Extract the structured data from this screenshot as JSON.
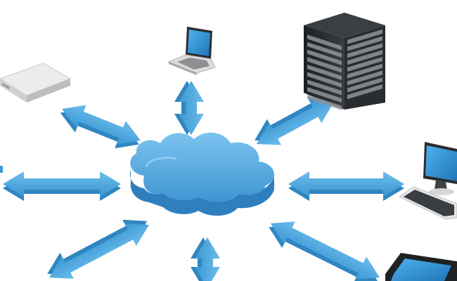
{
  "scene": {
    "subject": "cloud-computing-network",
    "colors": {
      "background": "#ffffff",
      "arrow": "#4aa9df",
      "arrow_dark": "#2f86c0",
      "cloud": "#5aaee6",
      "cloud_dark": "#2f7fbf",
      "device_dark": "#232629",
      "screen": "#2a8fd6",
      "router": "#d6d6d6"
    },
    "center": {
      "icon": "cloud-icon"
    },
    "devices": [
      {
        "icon": "router-icon"
      },
      {
        "icon": "laptop-icon"
      },
      {
        "icon": "server-rack-icon"
      },
      {
        "icon": "desktop-computer-icon"
      },
      {
        "icon": "smartphone-icon"
      }
    ],
    "arrows": [
      {
        "icon": "double-arrow-icon",
        "points": "north-west"
      },
      {
        "icon": "double-arrow-icon",
        "points": "north"
      },
      {
        "icon": "double-arrow-icon",
        "points": "north-east"
      },
      {
        "icon": "double-arrow-icon",
        "points": "west"
      },
      {
        "icon": "double-arrow-icon",
        "points": "east"
      },
      {
        "icon": "double-arrow-icon",
        "points": "south-west"
      },
      {
        "icon": "double-arrow-icon",
        "points": "south"
      },
      {
        "icon": "double-arrow-icon",
        "points": "south-east"
      }
    ]
  }
}
